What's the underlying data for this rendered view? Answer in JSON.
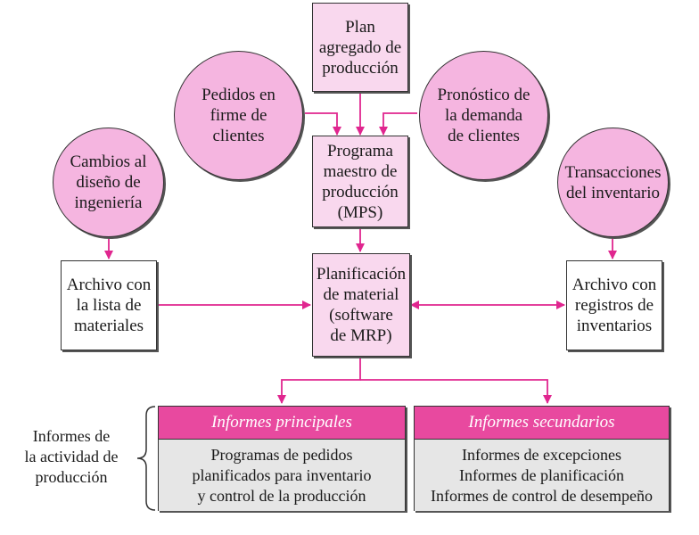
{
  "nodes": {
    "plan_agregado": "Plan\nagregado de\nproducción",
    "pedidos_firme": "Pedidos en\nfirme de\nclientes",
    "pronostico": "Pronóstico de\nla demanda\nde clientes",
    "mps": "Programa\nmaestro de\nproducción\n(MPS)",
    "cambios_diseno": "Cambios al\ndiseño de\ningeniería",
    "transacciones": "Transacciones\ndel inventario",
    "lista_materiales": "Archivo con\nla lista de\nmateriales",
    "mrp": "Planificación\nde material\n(software\nde MRP)",
    "registros_inventario": "Archivo con\nregistros de\ninventarios"
  },
  "reports": {
    "principales": {
      "title": "Informes principales",
      "lines": [
        "Programas de pedidos",
        "planificados para inventario",
        "y control de la producción"
      ]
    },
    "secundarios": {
      "title": "Informes secundarios",
      "lines": [
        "Informes de excepciones",
        "Informes de planificación",
        "Informes de control de desempeño"
      ]
    }
  },
  "side_label": "Informes de\nla actividad de\nproducción",
  "colors": {
    "arrow": "#e0268f",
    "circle_fill": "#f5b5e0",
    "rect_fill": "#f9d8ee",
    "report_header": "#e8499f",
    "report_body": "#e6e6e6"
  }
}
